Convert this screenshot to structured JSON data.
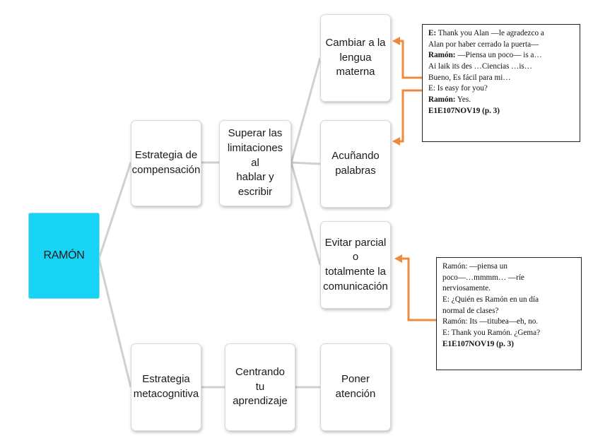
{
  "nodes": {
    "root": "RAMÓN",
    "compensation": [
      "Estrategia de",
      "compensación"
    ],
    "overcome": [
      "Superar las",
      "limitaciones al",
      "hablar y escribir"
    ],
    "change_language": [
      "Cambiar a la",
      "lengua materna"
    ],
    "coining": [
      "Acuñando",
      "palabras"
    ],
    "avoid": [
      "Evitar parcial o",
      "totalmente la",
      "comunicación"
    ],
    "metacognitive": [
      "Estrategia",
      "metacognitiva"
    ],
    "centering": [
      "Centrando tu",
      "aprendizaje"
    ],
    "attention": "Poner atención"
  },
  "quote_top": {
    "lines": [
      {
        "bold": "E:",
        "text": " Thank you Alan —le agradezco a"
      },
      {
        "bold": "",
        "text": "Alan por haber cerrado la puerta—"
      },
      {
        "bold": "Ramón:",
        "text": " —Piensa un poco— is a…"
      },
      {
        "bold": "",
        "text": "Ai laik its des …Ciencias …is…"
      },
      {
        "bold": "",
        "text": "Bueno, Es fácil para mi…"
      },
      {
        "bold": "",
        "text": "E: Is easy for you?"
      },
      {
        "bold": "Ramón:",
        "text": " Yes."
      },
      {
        "bold": "E1E107NOV19 (p. 3)",
        "text": ""
      }
    ]
  },
  "quote_bottom": {
    "lines": [
      {
        "bold": "",
        "text": "Ramón: —piensa un"
      },
      {
        "bold": "",
        "text": "poco—…mmmm… —ríe"
      },
      {
        "bold": "",
        "text": "nerviosamente."
      },
      {
        "bold": "",
        "text": "E: ¿Quién es Ramón en un día"
      },
      {
        "bold": "",
        "text": "normal de clases?"
      },
      {
        "bold": "",
        "text": "Ramón: Its —titubea—eh, no."
      },
      {
        "bold": "",
        "text": "E: Thank you Ramón. ¿Gema?"
      },
      {
        "bold": "E1E107NOV19 (p. 3)",
        "text": ""
      }
    ]
  },
  "colors": {
    "root_fill": "#17d4f5",
    "connector": "#d0d0d0",
    "arrow": "#ef8a3c"
  }
}
